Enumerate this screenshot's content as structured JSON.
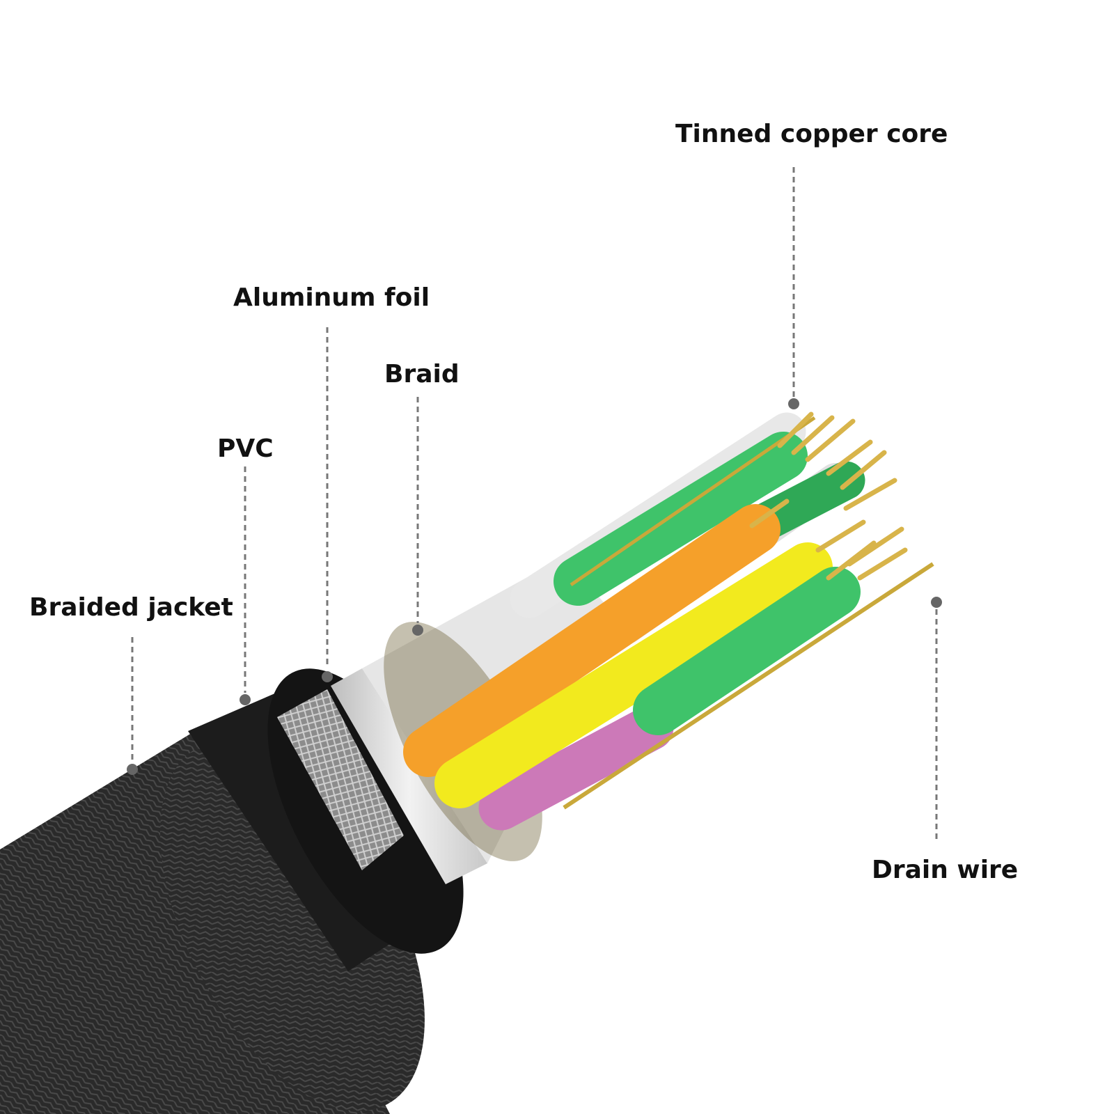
{
  "labels": {
    "tinned_copper_core": "Tinned copper core",
    "aluminum_foil": "Aluminum foil",
    "braid": "Braid",
    "pvc": "PVC",
    "braided_jacket": "Braided jacket",
    "drain_wire": "Drain wire"
  },
  "colors": {
    "jacket": "#2a2a2a",
    "pvc": "#1c1c1c",
    "braid": "#9a9a9a",
    "foil": "#d9d9d9",
    "green": "#3fc36a",
    "orange": "#f5a02a",
    "yellow": "#f2ea1e",
    "pink": "#cc79b8",
    "copper": "#d8b44a",
    "leader": "#777777"
  }
}
